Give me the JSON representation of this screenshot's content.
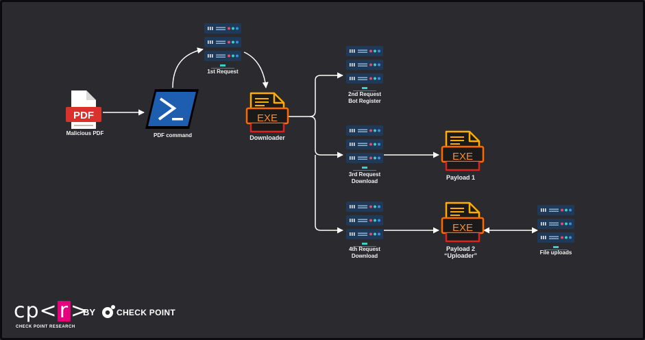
{
  "nodes": {
    "malicious_pdf": {
      "badge": "PDF",
      "label": "Malicious PDF"
    },
    "pdf_command": {
      "label": "PDF command"
    },
    "first_request": {
      "label": "1st Request"
    },
    "downloader": {
      "badge": "EXE",
      "label": "Downloader"
    },
    "second_request": {
      "line1": "2nd Request",
      "line2": "Bot Register"
    },
    "third_request": {
      "line1": "3rd Request",
      "line2": "Download"
    },
    "fourth_request": {
      "line1": "4th Request",
      "line2": "Download"
    },
    "payload1": {
      "badge": "EXE",
      "label": "Payload 1"
    },
    "payload2": {
      "badge": "EXE",
      "line1": "Payload 2",
      "line2": "“Uploader”"
    },
    "file_uploads": {
      "label": "File uploads"
    }
  },
  "brand": {
    "cpr_left": "cp<",
    "cpr_mid": "r",
    "cpr_right": ">",
    "cpr_sub": "CHECK POINT RESEARCH",
    "by": "BY",
    "checkpoint": "CHECK POINT"
  },
  "colors": {
    "background": "#2a2a2f",
    "pdf_red": "#d9312b",
    "powershell_blue": "#1d5eb0",
    "exe_orange": "#ff7a00",
    "exe_red": "#e0221e",
    "server": "#1f3a58",
    "server_accent": "#3ad0c8",
    "cpr_pink": "#e6007e"
  },
  "icons": [
    "pdf-file-icon",
    "powershell-icon",
    "server-icon",
    "exe-file-icon",
    "check-point-logo-icon"
  ]
}
